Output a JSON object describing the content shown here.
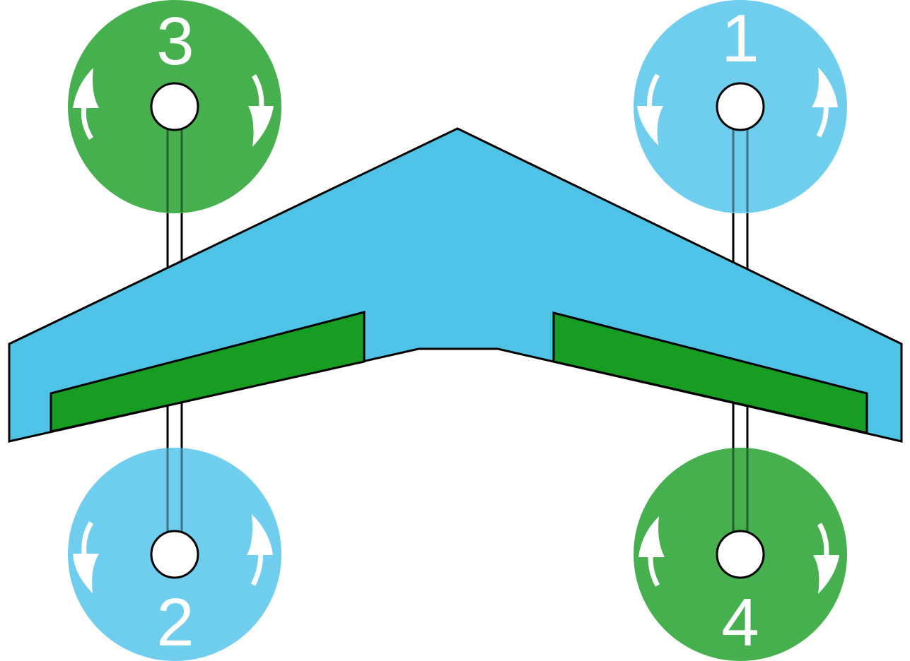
{
  "colors": {
    "wing_fill": "#4fc3e6",
    "elevon_fill": "#169d22",
    "outline": "#000000",
    "cw_motor": "#45b04d",
    "ccw_motor": "#6fceee",
    "arrow": "#ffffff",
    "hub": "#ffffff"
  },
  "motors": [
    {
      "id": "motor-3",
      "label": "3",
      "color_key": "cw_motor",
      "label_position": "top"
    },
    {
      "id": "motor-1",
      "label": "1",
      "color_key": "ccw_motor",
      "label_position": "top"
    },
    {
      "id": "motor-2",
      "label": "2",
      "color_key": "ccw_motor",
      "label_position": "bottom"
    },
    {
      "id": "motor-4",
      "label": "4",
      "color_key": "cw_motor",
      "label_position": "bottom"
    }
  ]
}
